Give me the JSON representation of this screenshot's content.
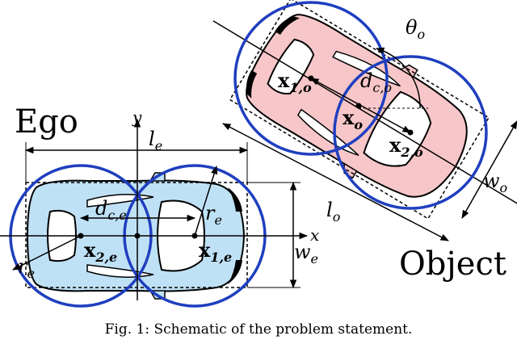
{
  "labels": {
    "ego": "Ego",
    "object": "Object",
    "axis_x": "x",
    "axis_y": "y",
    "l_e": "l",
    "l_e_sub": "e",
    "w_e": "w",
    "w_e_sub": "e",
    "r_e1": "r",
    "r_e1_sub": "e",
    "r_e2": "r",
    "r_e2_sub": "e",
    "d_ce": "d",
    "d_ce_sub": "c,e",
    "x1e": "x",
    "x1e_sub": "1,e",
    "x2e": "x",
    "x2e_sub": "2,e",
    "l_o": "l",
    "l_o_sub": "o",
    "w_o": "w",
    "w_o_sub": "o",
    "theta_o": "θ",
    "theta_o_sub": "o",
    "d_co": "d",
    "d_co_sub": "c,o",
    "x1o": "x",
    "x1o_sub": "1,o",
    "xo": "x",
    "xo_sub": "o",
    "x2o": "x",
    "x2o_sub": "2,o"
  },
  "caption": "Fig. 1: Schematic of the problem statement.",
  "colors": {
    "circle": "#1f3fbf",
    "ego_body": "#bfe1f5",
    "object_body": "#f7c6c8",
    "line": "#000000"
  }
}
